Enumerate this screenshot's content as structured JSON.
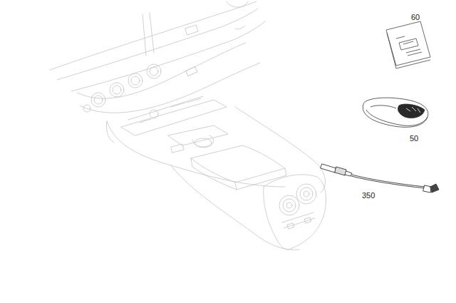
{
  "diagram": {
    "labels": [
      "60",
      "50",
      "350"
    ]
  }
}
